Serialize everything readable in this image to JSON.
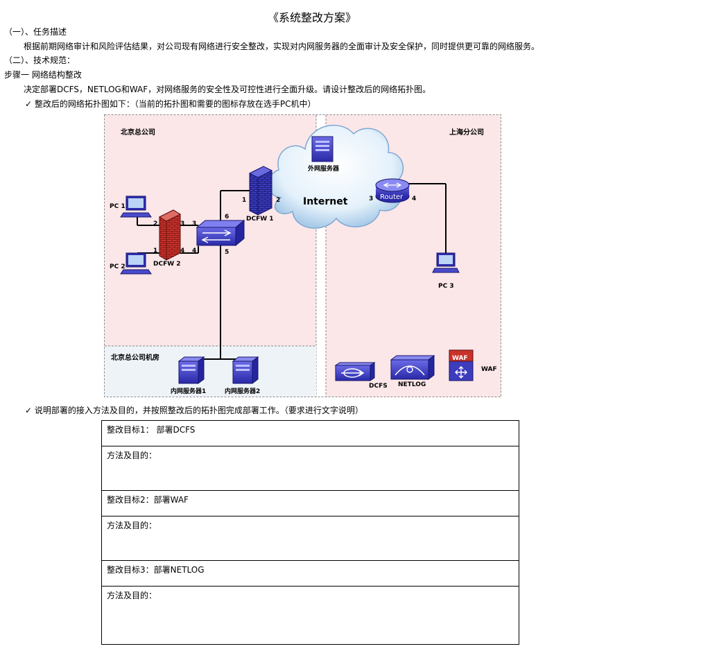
{
  "doc": {
    "title": "《系统整改方案》",
    "sec1_heading": "（一）、任务描述",
    "sec1_body": "根据前期网络审计和风险评估结果，对公司现有网络进行安全整改，实现对内网服务器的全面审计及安全保护，同时提供更可靠的网络服务。",
    "sec2_heading": "（二）、技术规范：",
    "step1_heading": "步骤一  网络结构整改",
    "step1_body": "决定部署DCFS，NETLOG和WAF，对网络服务的安全性及可控性进行全面升级。请设计整改后的网络拓扑图。",
    "check_mark": "✓",
    "bullet1": "整改后的网络拓扑图如下：（当前的拓扑图和需要的图标存放在选手PC机中）",
    "bullet2": "说明部署的接入方法及目的，并按照整改后的拓扑图完成部署工作。（要求进行文字说明）"
  },
  "diagram": {
    "beijing_label": "北京总公司",
    "shanghai_label": "上海分公司",
    "datacenter_label": "北京总公司机房",
    "internet_label": "Internet",
    "ext_server_label": "外网服务器",
    "router_label": "Router",
    "dcfw1_label": "DCFW 1",
    "dcfw2_label": "DCFW 2",
    "pc1_label": "PC 1",
    "pc2_label": "PC 2",
    "pc3_label": "PC 3",
    "server1_label": "内网服务器1",
    "server2_label": "内网服务器2",
    "dcfs_label": "DCFS",
    "netlog_label": "NETLOG",
    "waf_label": "WAF",
    "waf_icon_text": "WAF",
    "ports": {
      "fw1_left": "1",
      "fw1_right": "2",
      "router_left": "3",
      "router_right": "4",
      "fw2_top_left": "2",
      "fw2_top_right": "3",
      "fw2_bot_left": "1",
      "fw2_bot_right": "4",
      "sw_left_top": "3",
      "sw_left_bot": "4",
      "sw_top": "6",
      "sw_bottom": "5"
    },
    "colors": {
      "zone_fill": "#fbe6e8",
      "datacenter_fill": "#eef3f8",
      "device_purple": "#3b3bc4",
      "firewall_red": "#c0302a",
      "firewall_blue": "#3a3ab8"
    }
  },
  "plan_table": [
    {
      "goal": "整改目标1：  部署DCFS",
      "method": "方法及目的："
    },
    {
      "goal": "整改目标2：部署WAF",
      "method": "方法及目的："
    },
    {
      "goal": "整改目标3：部署NETLOG",
      "method": "方法及目的："
    }
  ]
}
